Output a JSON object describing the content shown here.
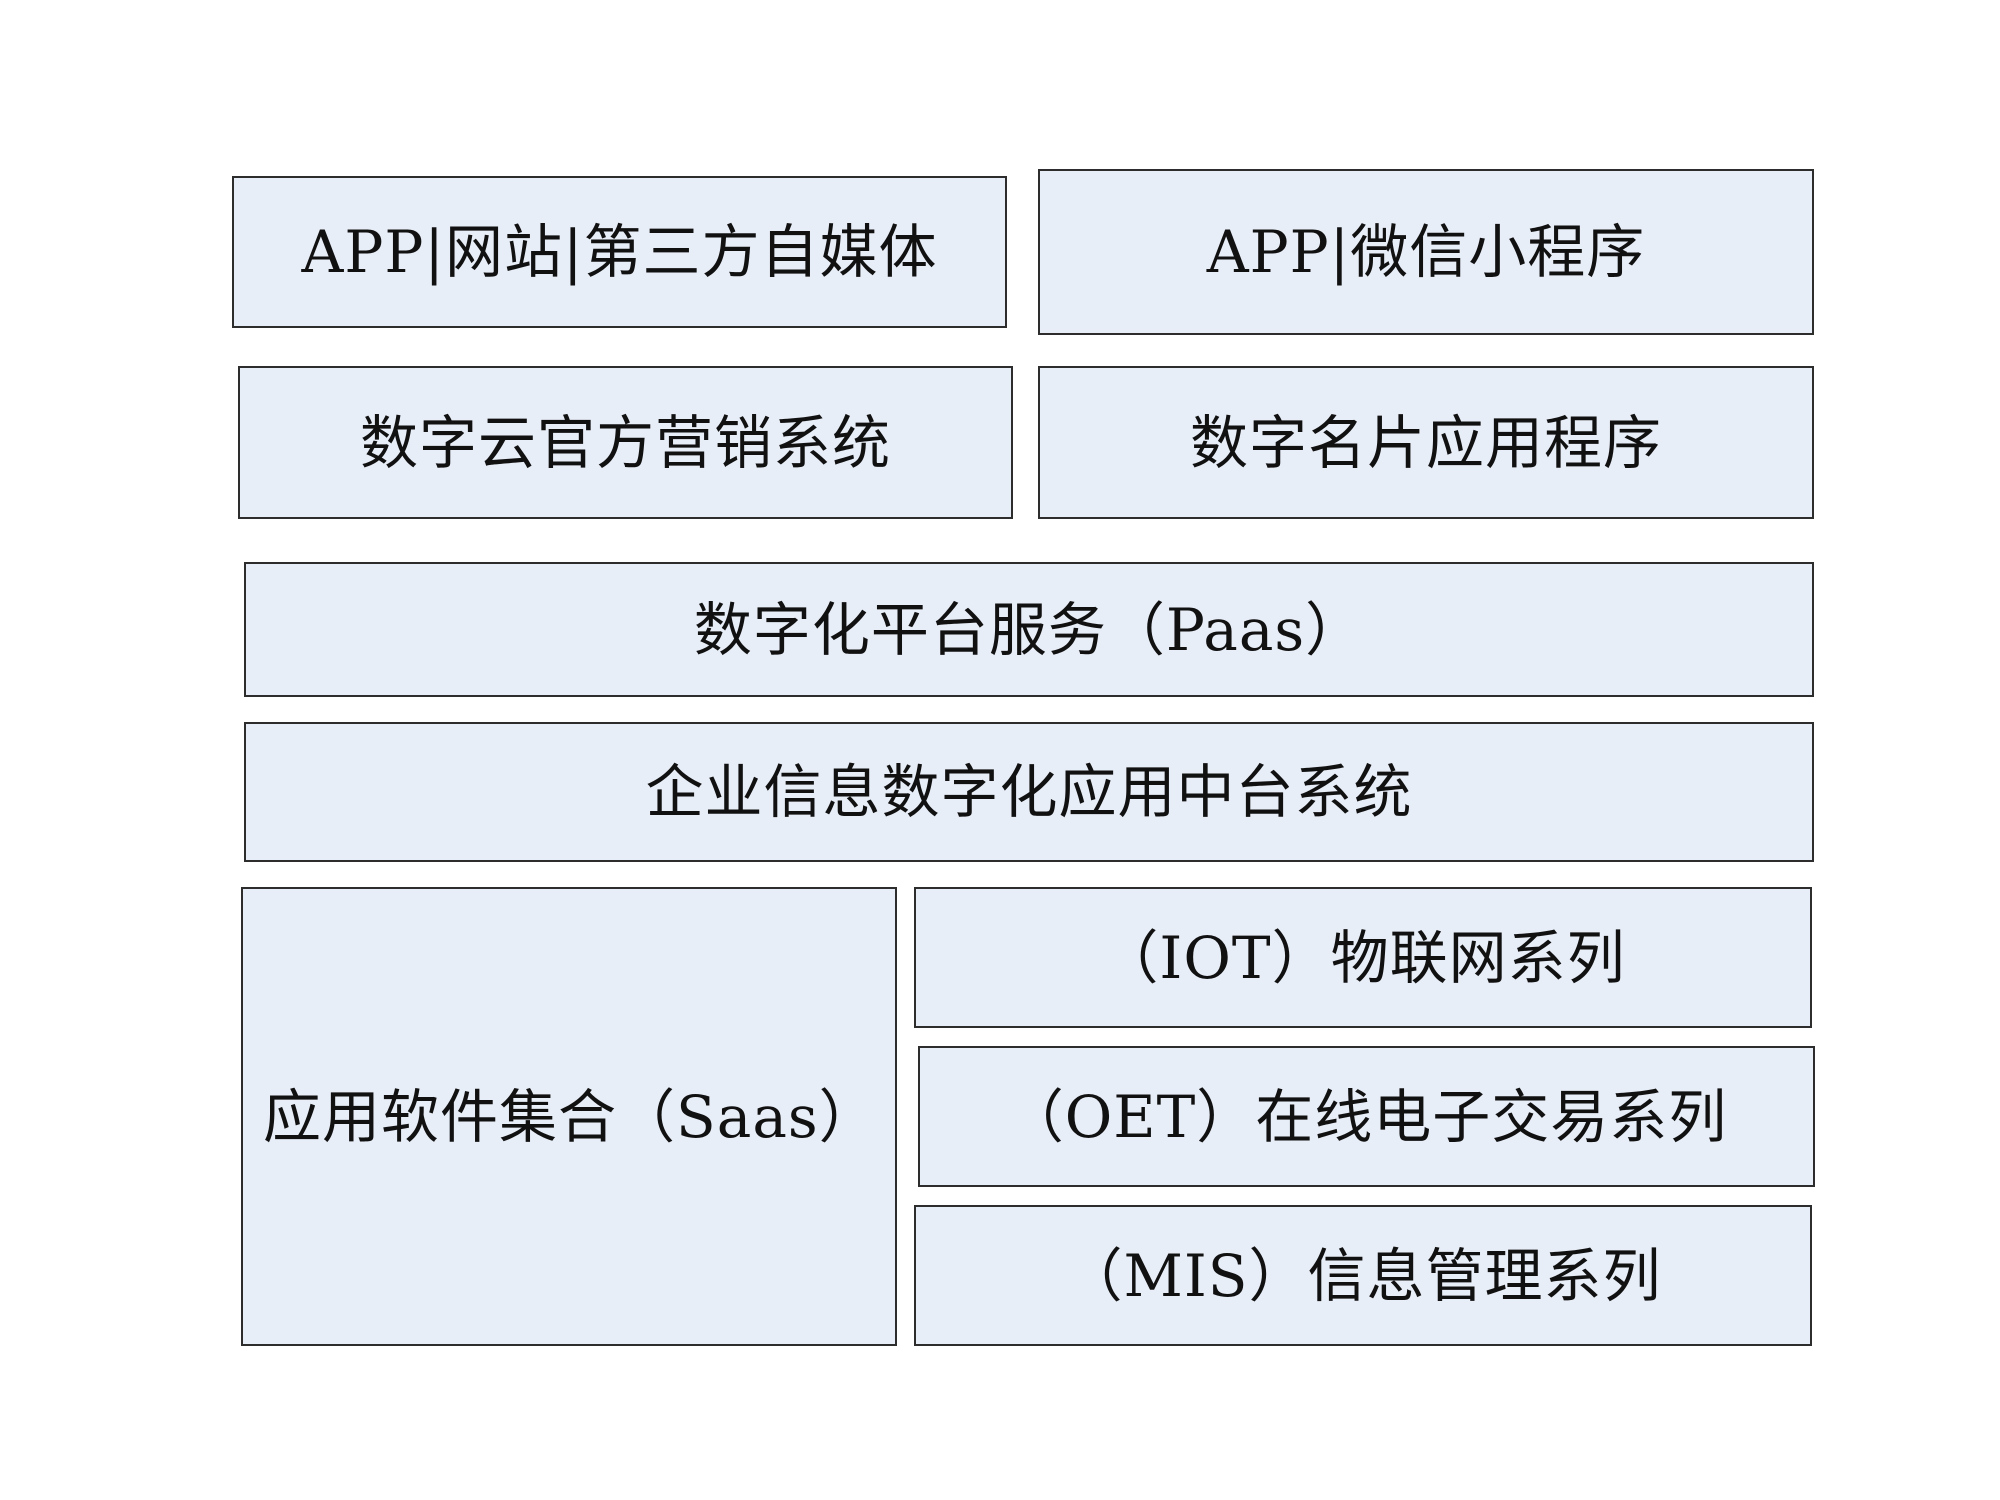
{
  "diagram": {
    "row1": {
      "left_label": "APP|网站|第三方自媒体",
      "right_label": "APP|微信小程序"
    },
    "row2": {
      "left_label": "数字云官方营销系统",
      "right_label": "数字名片应用程序"
    },
    "row3": {
      "label": "数字化平台服务（Paas）"
    },
    "row4": {
      "label": "企业信息数字化应用中台系统"
    },
    "bottom": {
      "saas_label": "应用软件集合（Saas）",
      "series": [
        {
          "label": "（IOT）物联网系列"
        },
        {
          "label": "（OET）在线电子交易系列"
        },
        {
          "label": "（MIS）信息管理系列"
        }
      ]
    }
  },
  "colors": {
    "box_fill": "#e8eef8",
    "box_border": "#2d2d2d",
    "text": "#111111",
    "background": "#ffffff"
  }
}
